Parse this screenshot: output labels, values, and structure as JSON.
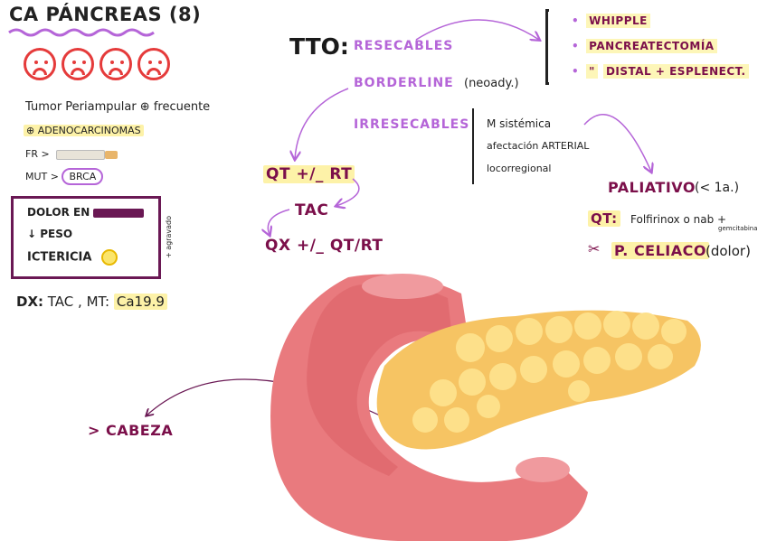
{
  "title": "CA PÁNCREAS (8)",
  "left": {
    "tumor_line": "Tumor Periampular ⊕ frecuente",
    "adeno": "⊕ ADENOCARCINOMAS",
    "fr_label": "FR >",
    "mut_label": "MUT >",
    "mut_value": "BRCA",
    "symptoms": {
      "dolor": "DOLOR EN",
      "peso": "↓ PESO",
      "ictericia": "ICTERICIA",
      "side_note": "+ agravado"
    },
    "dx_label": "DX:",
    "dx_text": "TAC , MT:",
    "dx_marker": "Ca19.9"
  },
  "tto": {
    "label": "TTO:",
    "resecables": "RESECABLES",
    "borderline": "BORDERLINE",
    "borderline_note": "(neoady.)",
    "irresecables": "IRRESECABLES",
    "irr_items": [
      "M sistémica",
      "afectación ARTERIAL",
      "locorregional"
    ],
    "surgeries": [
      "WHIPPLE",
      "PANCREATECTOMÍA",
      "DISTAL + ESPLENECT."
    ],
    "surgery_prefix": "\"",
    "qt_rt": "QT +/_ RT",
    "tac": "TAC",
    "qx": "QX +/_ QT/RT",
    "paliativo": "PALIATIVO",
    "paliativo_note": "(< 1a.)",
    "qt_label": "QT:",
    "qt_text": "Folfirinox o nab +",
    "qt_sub": "gemcitabina",
    "celiaco": "P. CELIACO",
    "celiaco_note": "(dolor)"
  },
  "cabeza": "> CABEZA",
  "colors": {
    "purple": "#b565d8",
    "maroon": "#7b0f4a",
    "highlight": "#fdf2a8",
    "face_red": "#e53b3b",
    "box_border": "#6a1854"
  }
}
